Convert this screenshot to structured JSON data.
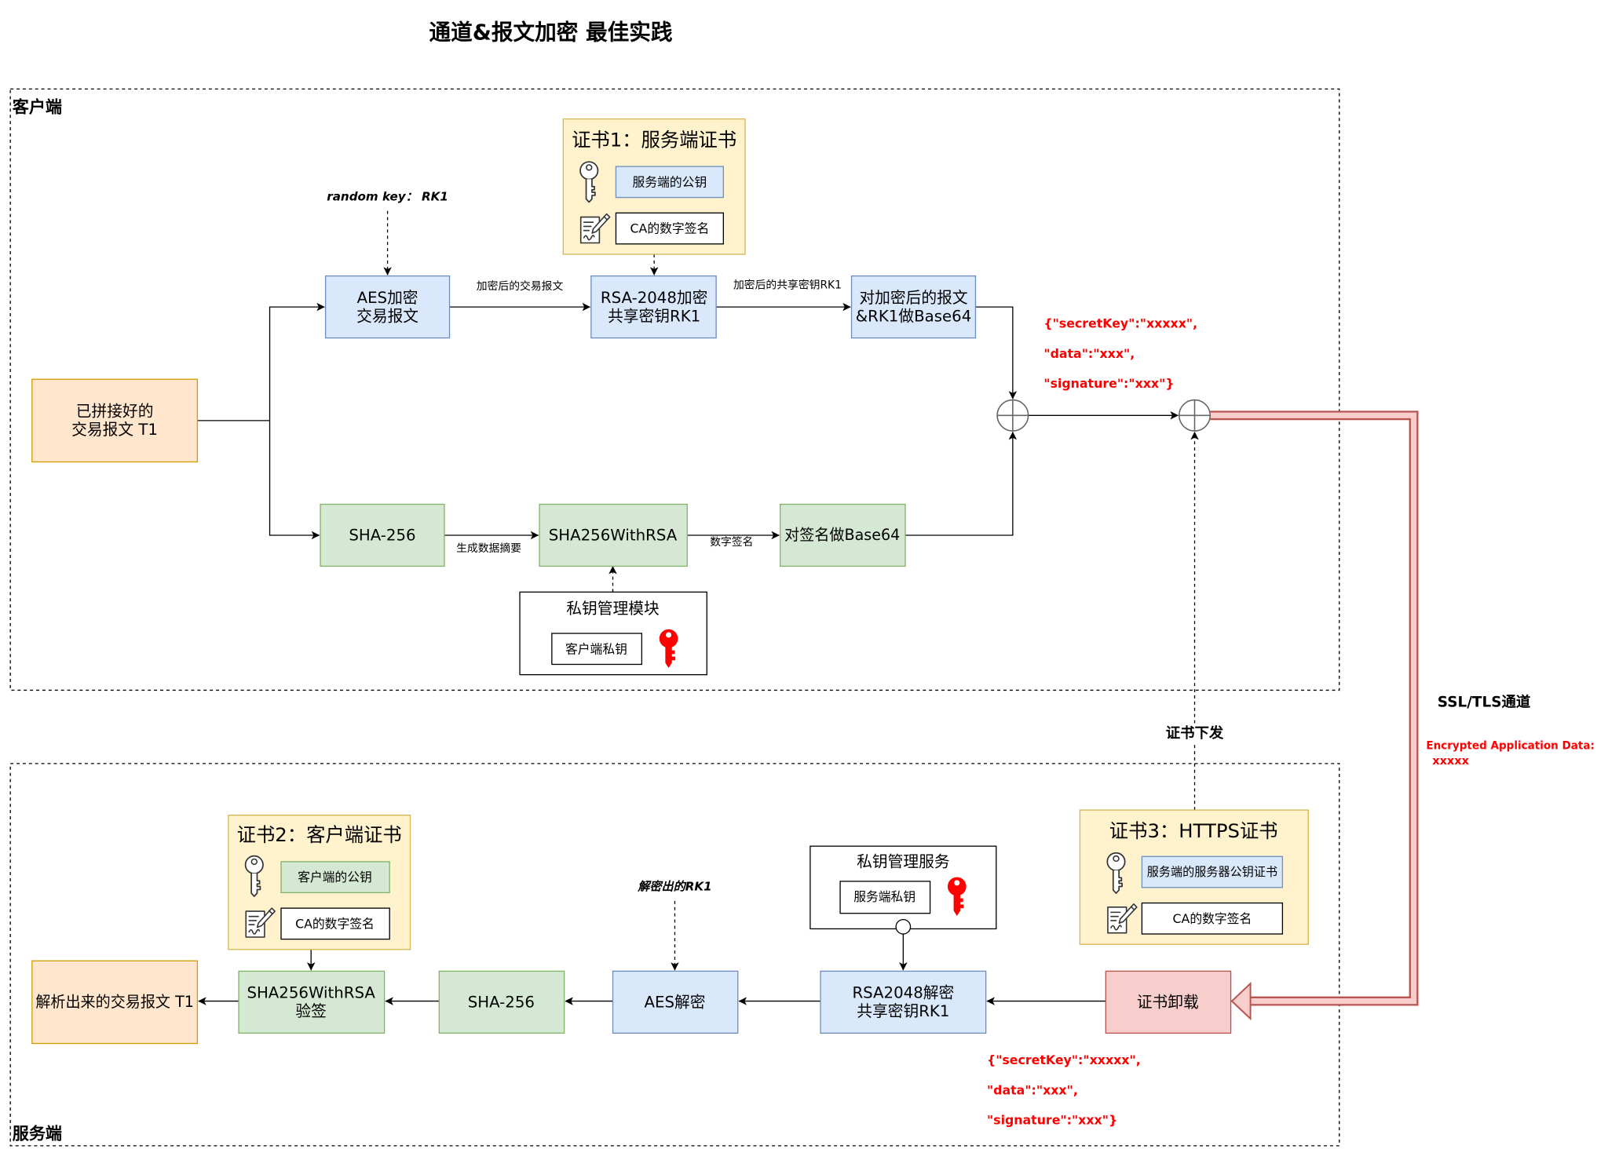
{
  "title": "通道&报文加密 最佳实践",
  "colors": {
    "blue_fill": "#dae8fc",
    "blue_stroke": "#6c8ebf",
    "green_fill": "#d5e8d4",
    "green_stroke": "#82b366",
    "orange_fill": "#ffe6cc",
    "orange_stroke": "#d79b00",
    "yellow_fill": "#fff2cc",
    "yellow_stroke": "#d6b656",
    "red_fill": "#f8cecc",
    "red_stroke": "#b85450",
    "payload_text": "#ff0000"
  },
  "client": {
    "label": "客户端",
    "source_message": [
      "已拼接好的",
      "交易报文 T1"
    ],
    "random_key": "random key： RK1",
    "aes_encrypt": [
      "AES加密",
      "交易报文"
    ],
    "edge_encrypted_message": "加密后的交易报文",
    "cert1": {
      "title": "证书1：服务端证书",
      "public_key": "服务端的公钥",
      "ca_signature": "CA的数字签名"
    },
    "rsa_encrypt": [
      "RSA-2048加密",
      "共享密钥RK1"
    ],
    "edge_encrypted_key": "加密后的共享密钥RK1",
    "base64_encrypted": [
      "对加密后的报文",
      "&RK1做Base64"
    ],
    "sha256": "SHA-256",
    "edge_digest": "生成数据摘要",
    "sign": "SHA256WithRSA",
    "edge_signature": "数字签名",
    "base64_signature": "对签名做Base64",
    "key_module": {
      "title": "私钥管理模块",
      "private_key": "客户端私钥"
    },
    "payload": [
      "{\"secretKey\":\"xxxxx\",",
      "\"data\":\"xxx\",",
      "\"signature\":\"xxx\"}"
    ]
  },
  "channel": {
    "cert_delivery": "证书下发",
    "label": "SSL/TLS通道",
    "encrypted_label": "Encrypted Application Data:",
    "encrypted_value": "xxxxx"
  },
  "server": {
    "label": "服务端",
    "cert3": {
      "title": "证书3：HTTPS证书",
      "public_cert": "服务端的服务器公钥证书",
      "ca_signature": "CA的数字签名"
    },
    "cert_offload": "证书卸载",
    "key_service": {
      "title": "私钥管理服务",
      "private_key": "服务端私钥"
    },
    "rsa_decrypt": [
      "RSA2048解密",
      "共享密钥RK1"
    ],
    "decrypted_key": "解密出的RK1",
    "aes_decrypt": "AES解密",
    "sha256": "SHA-256",
    "verify": [
      "SHA256WithRSA",
      "验签"
    ],
    "cert2": {
      "title": "证书2：客户端证书",
      "public_key": "客户端的公钥",
      "ca_signature": "CA的数字签名"
    },
    "parsed_message": "解析出来的交易报文 T1",
    "payload": [
      "{\"secretKey\":\"xxxxx\",",
      "\"data\":\"xxx\",",
      "\"signature\":\"xxx\"}"
    ]
  }
}
